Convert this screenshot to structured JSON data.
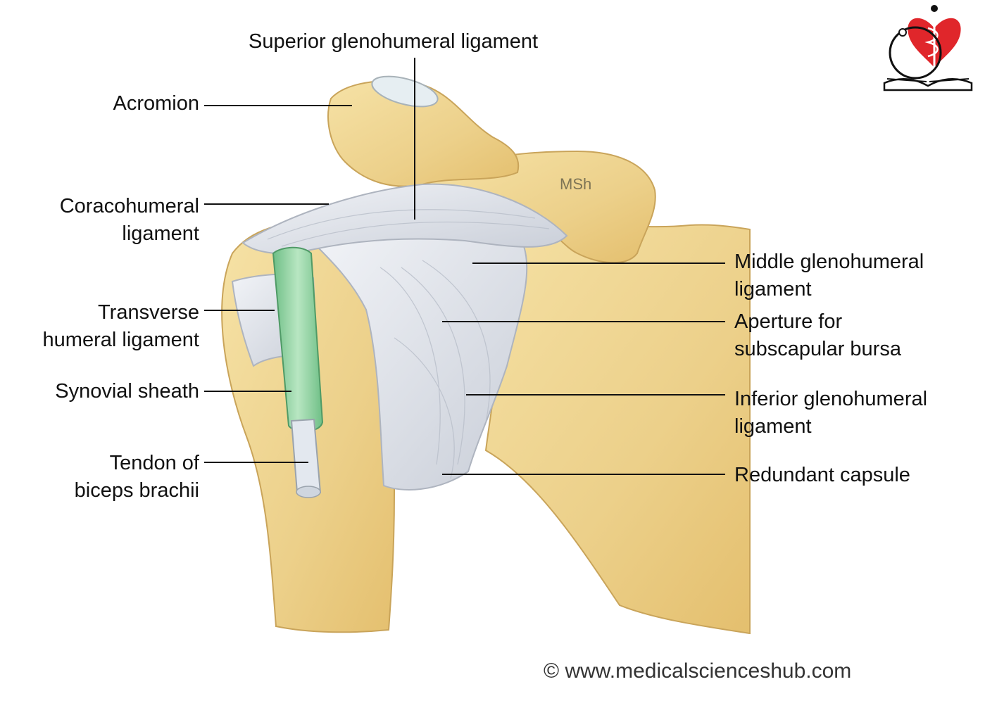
{
  "labels": {
    "superior": "Superior glenohumeral ligament",
    "acromion": "Acromion",
    "coracohumeral": [
      "Coracohumeral",
      "ligament"
    ],
    "transverse": [
      "Transverse",
      "humeral ligament"
    ],
    "synovial": "Synovial sheath",
    "tendon": [
      "Tendon of",
      "biceps brachii"
    ],
    "middle": [
      "Middle glenohumeral",
      "ligament"
    ],
    "aperture": [
      "Aperture for",
      "subscapular bursa"
    ],
    "inferior": [
      "Inferior glenohumeral",
      "ligament"
    ],
    "redundant": "Redundant capsule"
  },
  "watermark": "MSh",
  "copyright": "© www.medicalscienceshub.com",
  "colors": {
    "bone": "#efd48e",
    "bone_shadow": "#d9b45f",
    "ligament": "#dfe3ea",
    "sheath": "#8fcf9f",
    "logo_heart": "#e0262b"
  }
}
